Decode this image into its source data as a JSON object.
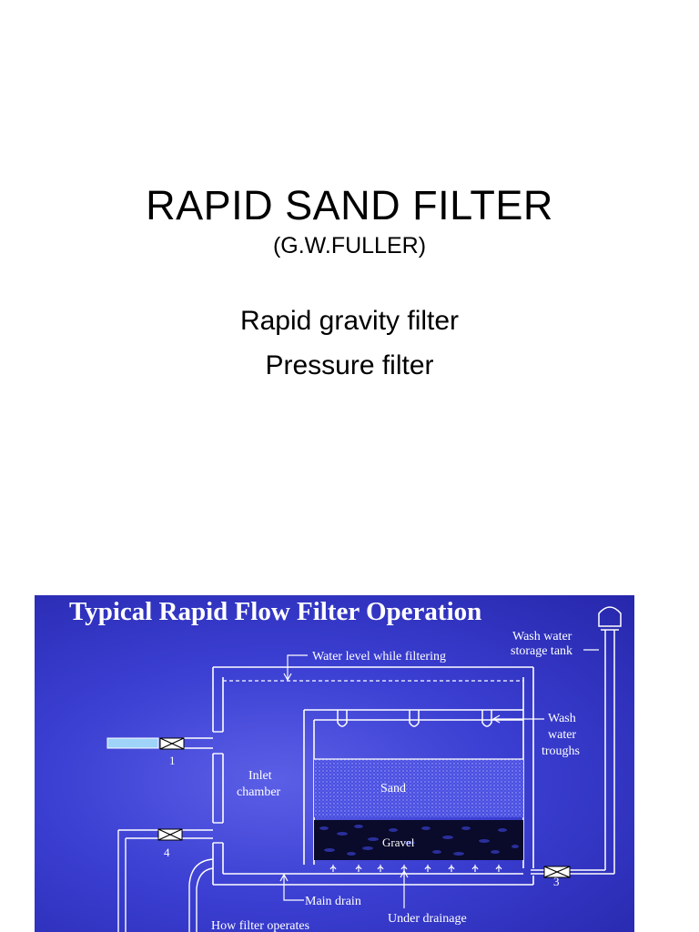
{
  "slide": {
    "title": "RAPID SAND FILTER",
    "subtitle": "(G.W.FULLER)",
    "lines": [
      "Rapid gravity filter",
      "Pressure filter"
    ]
  },
  "diagram": {
    "title": "Typical Rapid Flow Filter Operation",
    "labels": {
      "wash_water_storage_tank_line1": "Wash water",
      "wash_water_storage_tank_line2": "storage tank",
      "water_level": "Water level while filtering",
      "wash_troughs_line1": "Wash",
      "wash_troughs_line2": "water",
      "wash_troughs_line3": "troughs",
      "inlet_line1": "Inlet",
      "inlet_line2": "chamber",
      "sand": "Sand",
      "gravel": "Gravel",
      "main_drain": "Main drain",
      "under_drainage": "Under drainage",
      "how_filter_operates": "How filter operates",
      "valve_1": "1",
      "valve_3": "3",
      "valve_4": "4"
    },
    "colors": {
      "background": "#3b3fd2",
      "title": "#f7ec9a",
      "lines": "#ffffff",
      "pink_caption": "#ff7fe0",
      "pipe_blue": "#9fd3f7"
    }
  }
}
